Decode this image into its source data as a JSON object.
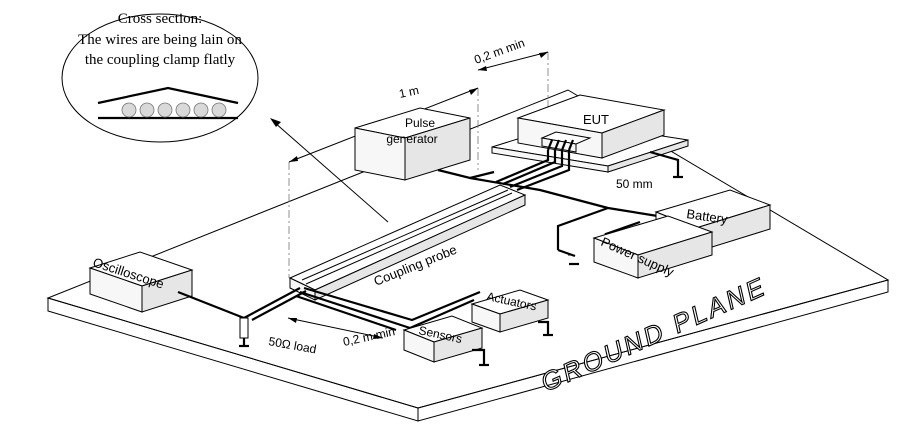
{
  "labels": {
    "cross_section_line1": "Cross section:",
    "cross_section_line2": "The wires are being lain on",
    "cross_section_line3": "the coupling clamp flatly",
    "dim_1m": "1 m",
    "dim_02m_top": "0,2 m min",
    "dim_02m_bottom": "0,2 m min",
    "dim_50mm": "50 mm",
    "pulse_generator_line1": "Pulse",
    "pulse_generator_line2": "generator",
    "eut": "EUT",
    "battery": "Battery",
    "power_supply": "Power supply",
    "oscilloscope": "Oscilloscope",
    "coupling_probe": "Coupling probe",
    "actuators": "Actuators",
    "sensors": "Sensors",
    "load": "50Ω load",
    "minus_sign": "–",
    "ground_plane": "GROUND PLANE"
  },
  "colors": {
    "plane_top": "#ededed",
    "plane_side": "#d2d2d2",
    "plane_front": "#dcdcdc"
  }
}
